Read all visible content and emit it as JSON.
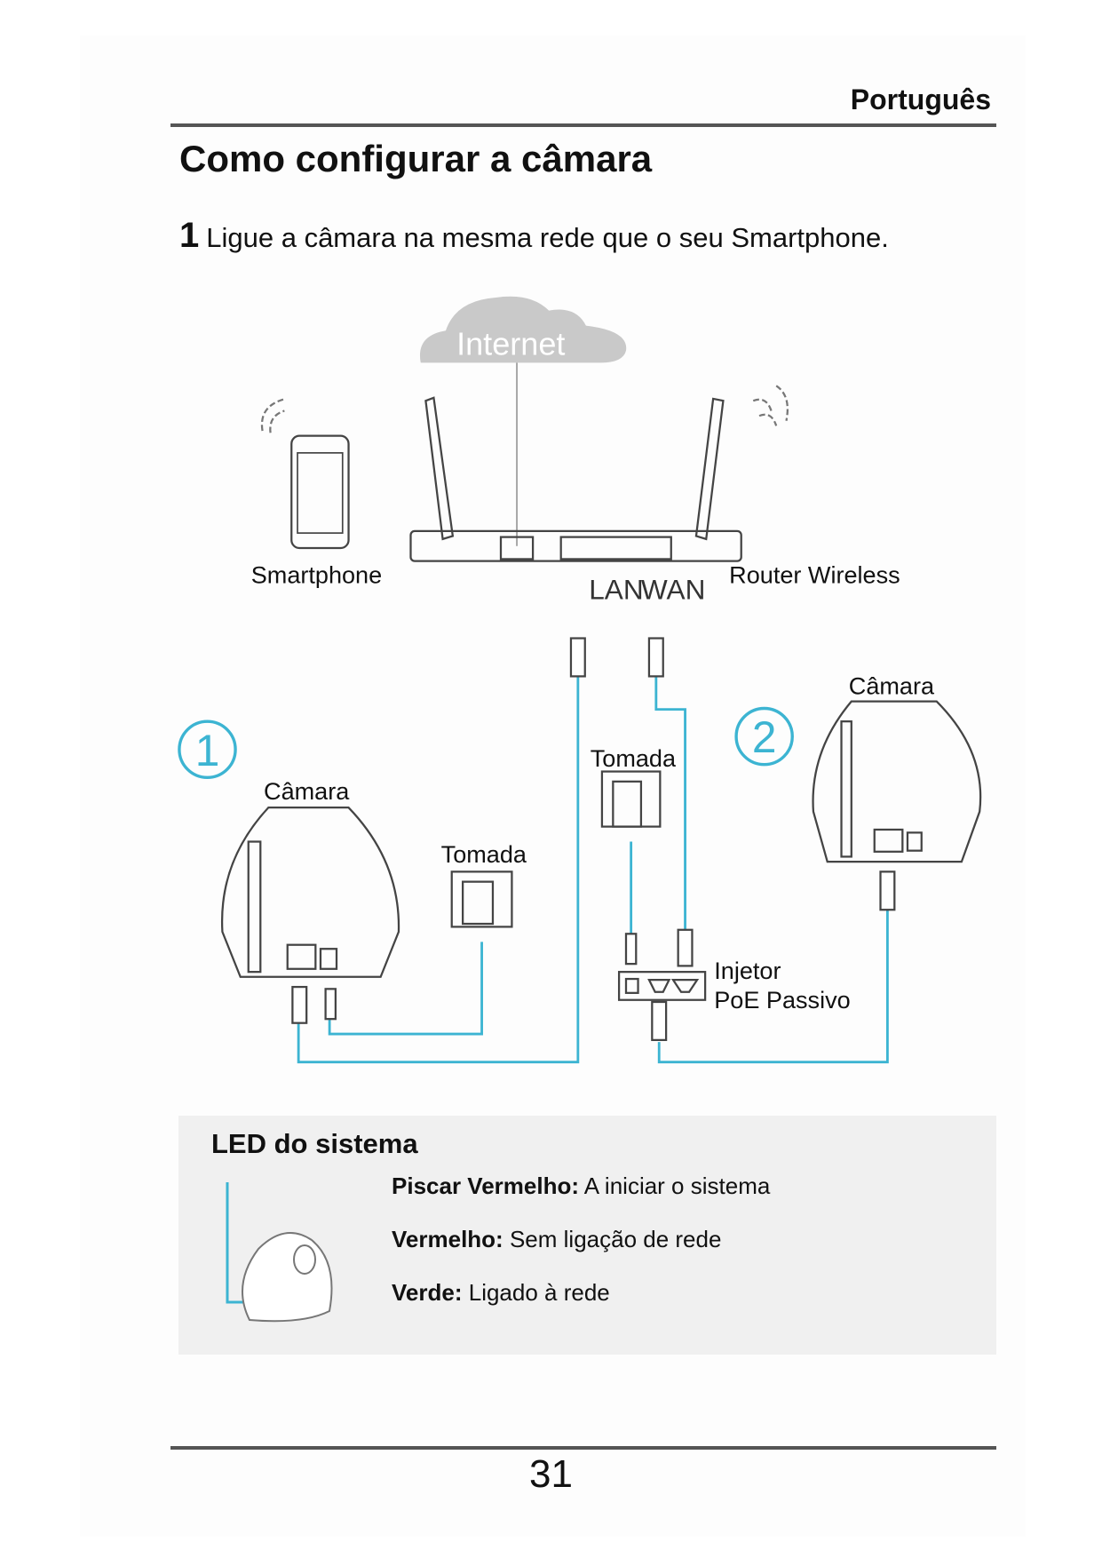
{
  "header": {
    "language": "Português"
  },
  "title": "Como configurar a câmara",
  "step": {
    "number": "1",
    "text": "Ligue a câmara na mesma rede que o seu Smartphone."
  },
  "diagram": {
    "internet": "Internet",
    "smartphone": "Smartphone",
    "router": "Router Wireless",
    "lan": "LAN",
    "wan": "WAN",
    "option1": "1",
    "option2": "2",
    "camera1": "Câmara",
    "camera2": "Câmara",
    "outlet1": "Tomada",
    "outlet2": "Tomada",
    "injector_line1": "Injetor",
    "injector_line2": "PoE Passivo",
    "cable_color": "#3cb4d2"
  },
  "led": {
    "title": "LED do sistema",
    "items": [
      {
        "label": "Piscar Vermelho:",
        "text": "A iniciar o sistema"
      },
      {
        "label": "Vermelho:",
        "text": "Sem ligação de rede"
      },
      {
        "label": "Verde:",
        "text": "Ligado à rede"
      }
    ]
  },
  "footer": {
    "page_number": "31"
  }
}
